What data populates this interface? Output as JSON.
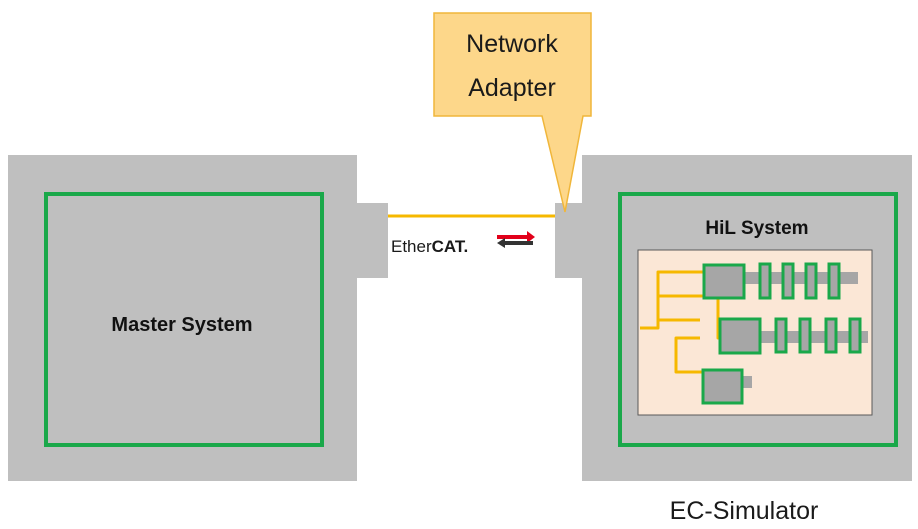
{
  "labels": {
    "network_adapter_line1": "Network",
    "network_adapter_line2": "Adapter",
    "master_system": "Master System",
    "hil_system": "HiL System",
    "ec_simulator": "EC-Simulator",
    "ethercat_prefix": "Ether",
    "ethercat_suffix": "CAT",
    "ethercat_dot": "."
  },
  "colors": {
    "box_gray": "#bfbfbf",
    "green": "#1aa84a",
    "callout_fill": "#fdd78a",
    "callout_stroke": "#f0b63a",
    "link_yellow": "#f6b800",
    "hil_panel": "#fbe7d6",
    "ethercat_red": "#e2001a"
  }
}
